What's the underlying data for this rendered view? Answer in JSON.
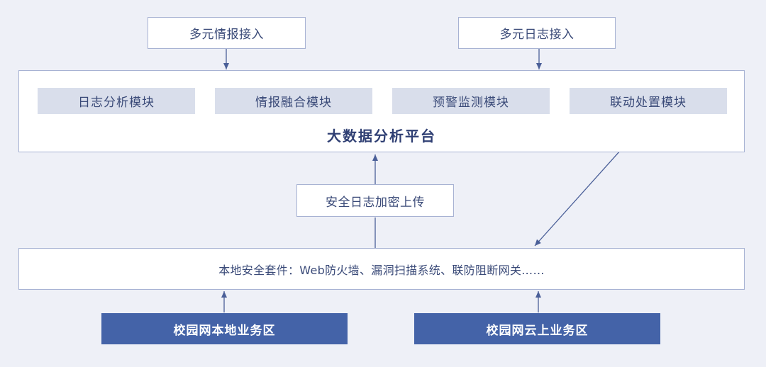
{
  "top_inputs": {
    "intel_input": "多元情报接入",
    "log_input": "多元日志接入"
  },
  "platform": {
    "title": "大数据分析平台",
    "modules": [
      "日志分析模块",
      "情报融合模块",
      "预警监测模块",
      "联动处置模块"
    ]
  },
  "upload": {
    "label": "安全日志加密上传"
  },
  "local_suite": {
    "label": "本地安全套件：Web防火墙、漏洞扫描系统、联防阻断网关……"
  },
  "zones": {
    "local_zone": "校园网本地业务区",
    "cloud_zone": "校园网云上业务区"
  },
  "colors": {
    "background": "#eef0f7",
    "border": "#a7b2d3",
    "module_fill": "#d9deeb",
    "zone_fill": "#4463a8",
    "text": "#3a4a78",
    "arrow": "#4a5f98"
  }
}
